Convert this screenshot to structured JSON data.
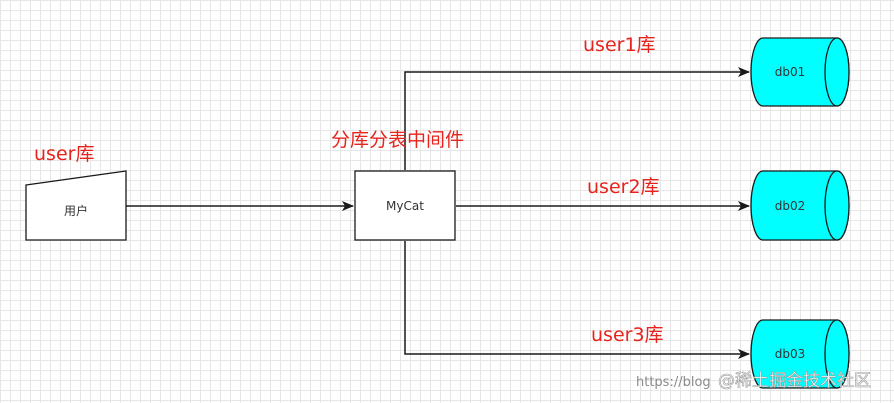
{
  "labels": {
    "user_db": "user库",
    "sharding": "分库分表中间件",
    "user1_db": "user1库",
    "user2_db": "user2库",
    "user3_db": "user3库"
  },
  "nodes": {
    "client": "用户",
    "middleware": "MyCat",
    "db1": "db01",
    "db2": "db02",
    "db3": "db03"
  },
  "colors": {
    "db_fill": "#00ffff",
    "label_red": "#e8231c",
    "line": "#1a1a1a"
  },
  "watermark": {
    "url": "https://blog",
    "brand": "@稀土掘金技术社区"
  }
}
